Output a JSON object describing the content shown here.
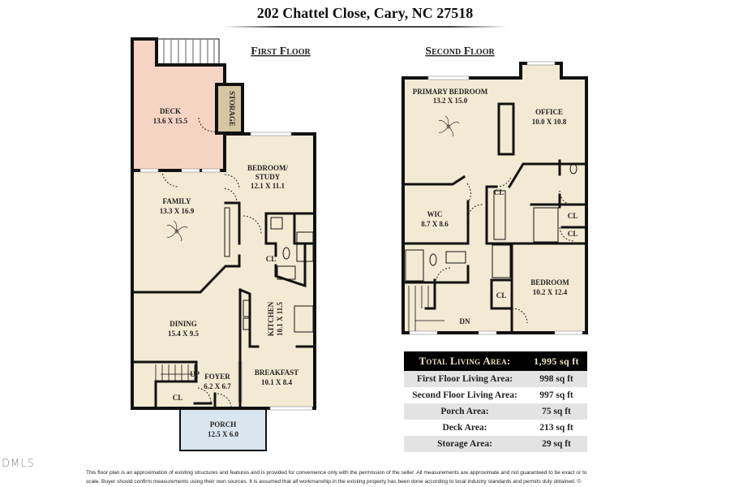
{
  "title": "202 Chattel Close, Cary, NC 27518",
  "floors": {
    "first": {
      "heading": "First Floor",
      "rooms": {
        "deck": {
          "name": "DECK",
          "dims": "13.6 X 15.5"
        },
        "storage": {
          "name": "STORAGE"
        },
        "bedroom_study": {
          "name1": "BEDROOM/",
          "name2": "STUDY",
          "dims": "12.1 X 11.1"
        },
        "family": {
          "name": "FAMILY",
          "dims": "13.3 X 16.9"
        },
        "closet1": {
          "name": "CL"
        },
        "kitchen": {
          "name": "KITCHEN",
          "dims": "10.1 X 11.5"
        },
        "dining": {
          "name": "DINING",
          "dims": "15.4 X 9.5"
        },
        "breakfast": {
          "name": "BREAKFAST",
          "dims": "10.1 X 8.4"
        },
        "foyer": {
          "name": "FOYER",
          "dims": "6.2 X 6.7"
        },
        "stairs": {
          "name": "UP"
        },
        "closet2": {
          "name": "CL"
        },
        "porch": {
          "name": "PORCH",
          "dims": "12.5 X 6.0"
        }
      }
    },
    "second": {
      "heading": "Second Floor",
      "rooms": {
        "primary": {
          "name": "PRIMARY BEDROOM",
          "dims": "13.2 X 15.0"
        },
        "office": {
          "name": "OFFICE",
          "dims": "10.0 X 10.8"
        },
        "wic": {
          "name": "WIC",
          "dims": "8.7 X 8.6"
        },
        "closet1": {
          "name": "CL"
        },
        "closet2": {
          "name": "CL"
        },
        "closet3": {
          "name": "CL"
        },
        "closet4": {
          "name": "CL"
        },
        "bedroom": {
          "name": "BEDROOM",
          "dims": "10.2 X 12.4"
        },
        "stairs": {
          "name": "DN"
        }
      }
    }
  },
  "area_table": {
    "header": {
      "label": "Total Living Area:",
      "value": "1,995 sq ft"
    },
    "rows": [
      {
        "label": "First Floor Living Area:",
        "value": "998 sq ft"
      },
      {
        "label": "Second Floor Living Area:",
        "value": "997 sq ft"
      },
      {
        "label": "Porch Area:",
        "value": "75 sq ft"
      },
      {
        "label": "Deck Area:",
        "value": "213 sq ft"
      },
      {
        "label": "Storage Area:",
        "value": "29 sq ft"
      }
    ]
  },
  "logo": "DMLS",
  "disclaimer": {
    "line1": "This floor plan is an approximation of existing structures and features and is provided for convenience only with the permission of the seller.  All measurements are approximate and not guaranteed to be exact or to",
    "line2": "scale.  Buyer should confirm measurements using their own sources.  It is assumed that all workmanship in the existing property has been done according to local industry standards and permits duly obtained.  ©"
  },
  "colors": {
    "floor": "#f3ead4",
    "deck": "#f6d4c4",
    "porch": "#d9e6ef",
    "storage": "#d6c5a3",
    "walls": "#111111"
  }
}
